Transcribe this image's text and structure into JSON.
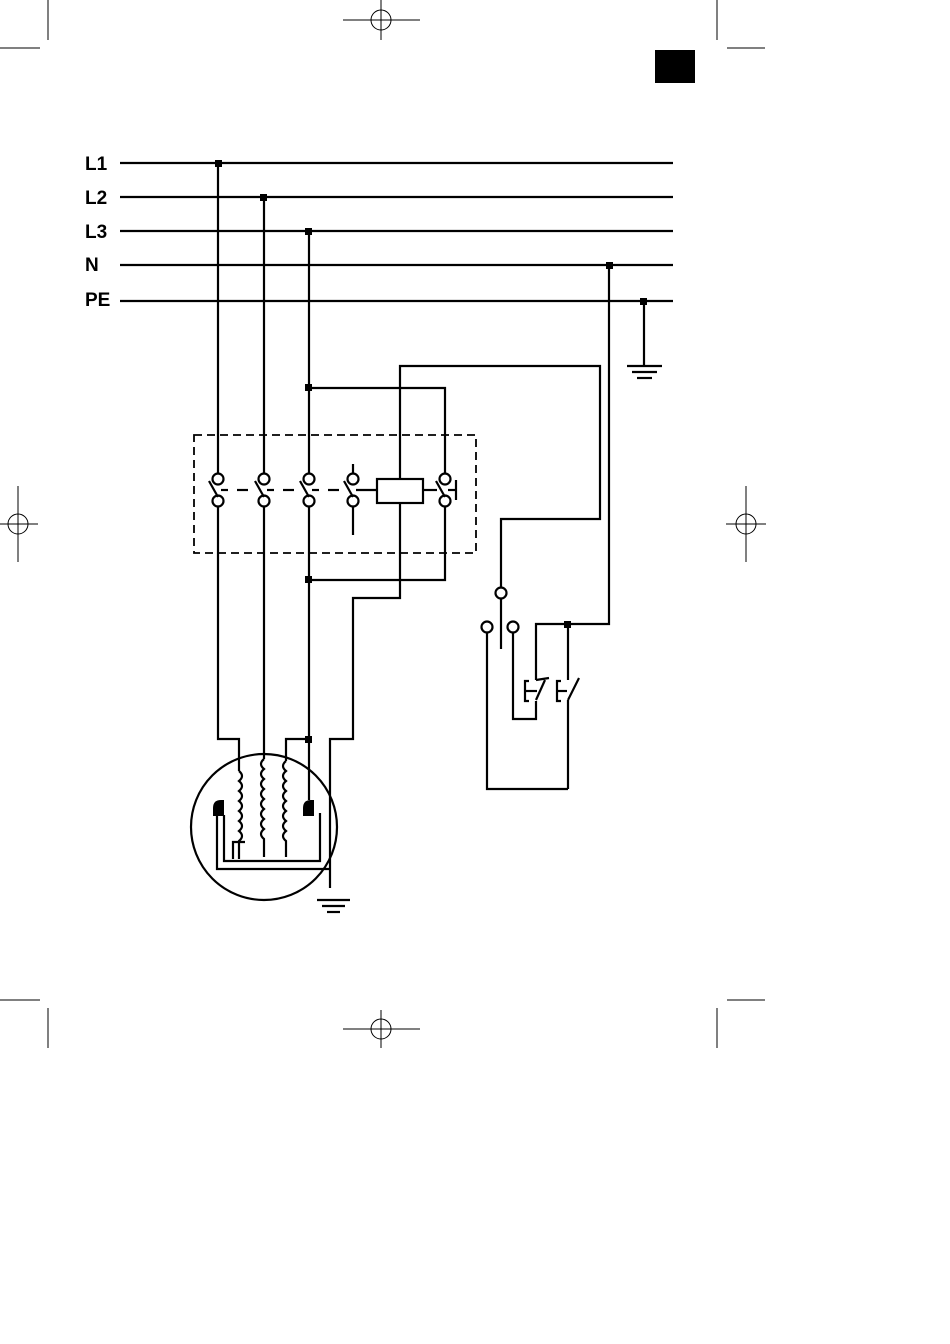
{
  "diagram": {
    "bus_labels": {
      "l1": "L1",
      "l2": "L2",
      "l3": "L3",
      "n": "N",
      "pe": "PE"
    }
  }
}
